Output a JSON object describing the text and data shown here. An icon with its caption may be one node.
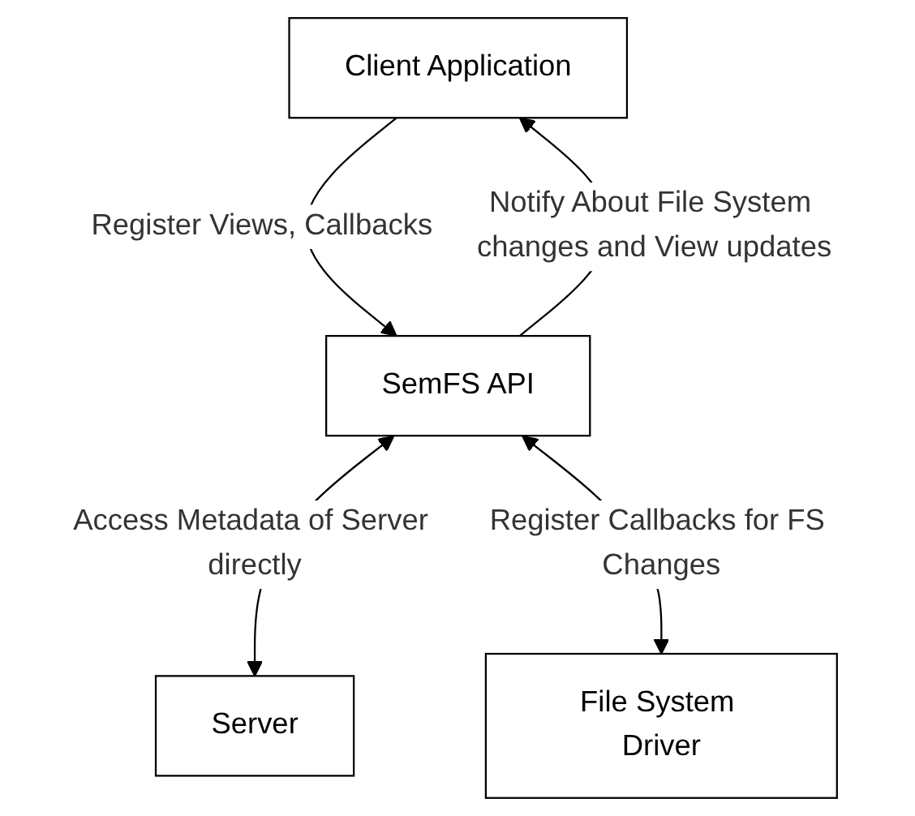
{
  "diagram": {
    "nodes": [
      {
        "text": [
          "Client Application"
        ]
      },
      {
        "text": [
          "SemFS API"
        ]
      },
      {
        "text": [
          "Server"
        ]
      },
      {
        "text": [
          "File System Driver"
        ]
      }
    ],
    "edges": [
      {
        "from": 0,
        "to": 1,
        "arrow": "to",
        "label": "Register Views, Callbacks"
      },
      {
        "from": 1,
        "to": 0,
        "arrow": "to",
        "label": "Notify About File System changes and View updates"
      },
      {
        "from": 1,
        "to": 2,
        "arrow": "both",
        "label": "Access Metadata of Server directly"
      },
      {
        "from": 1,
        "to": 3,
        "arrow": "both",
        "label": "Register Callbacks for FS Changes"
      }
    ]
  }
}
